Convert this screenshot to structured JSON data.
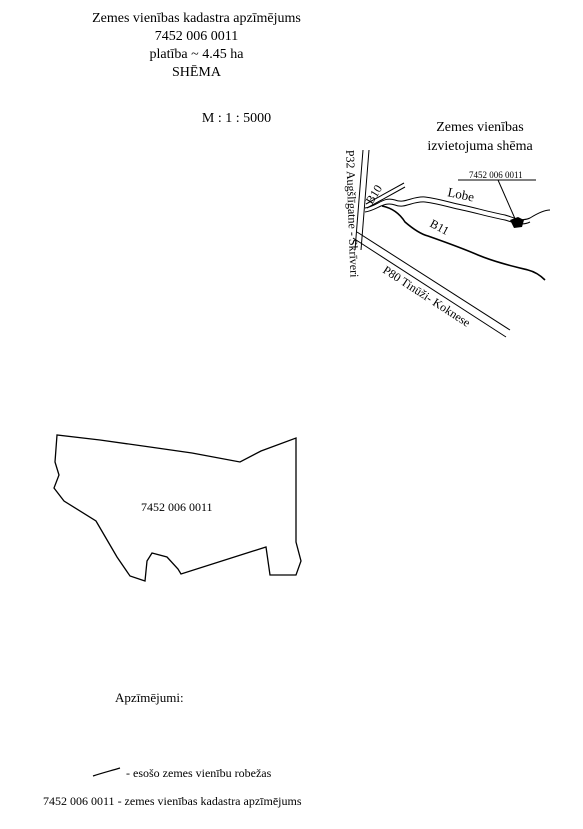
{
  "header": {
    "title": "Zemes vienības kadastra apzīmējums",
    "cadastre_number": "7452 006 0011",
    "area": "platība ~ 4.45 ha",
    "doc_type": "SHĒMA",
    "scale": "M : 1 : 5000"
  },
  "location_scheme": {
    "title_line1": "Zemes vienības",
    "title_line2": "izvietojuma shēma",
    "parcel_label": "7452 006 0011",
    "labels": {
      "river": "Lobe",
      "b10": "B10",
      "b11": "B11",
      "road_p32": "P32 Augšlīgatne - Skrīveri",
      "road_p80": "P80 Tinūži- Koknese"
    }
  },
  "parcel": {
    "label": "7452 006 0011"
  },
  "legend": {
    "title": "Apzīmējumi:",
    "boundary_desc": "- esošo zemes vienību robežas",
    "cadastre_example": "7452 006 0011",
    "cadastre_desc": "- zemes vienības kadastra apzīmējums"
  },
  "colors": {
    "ink": "#000000",
    "background": "#ffffff"
  }
}
